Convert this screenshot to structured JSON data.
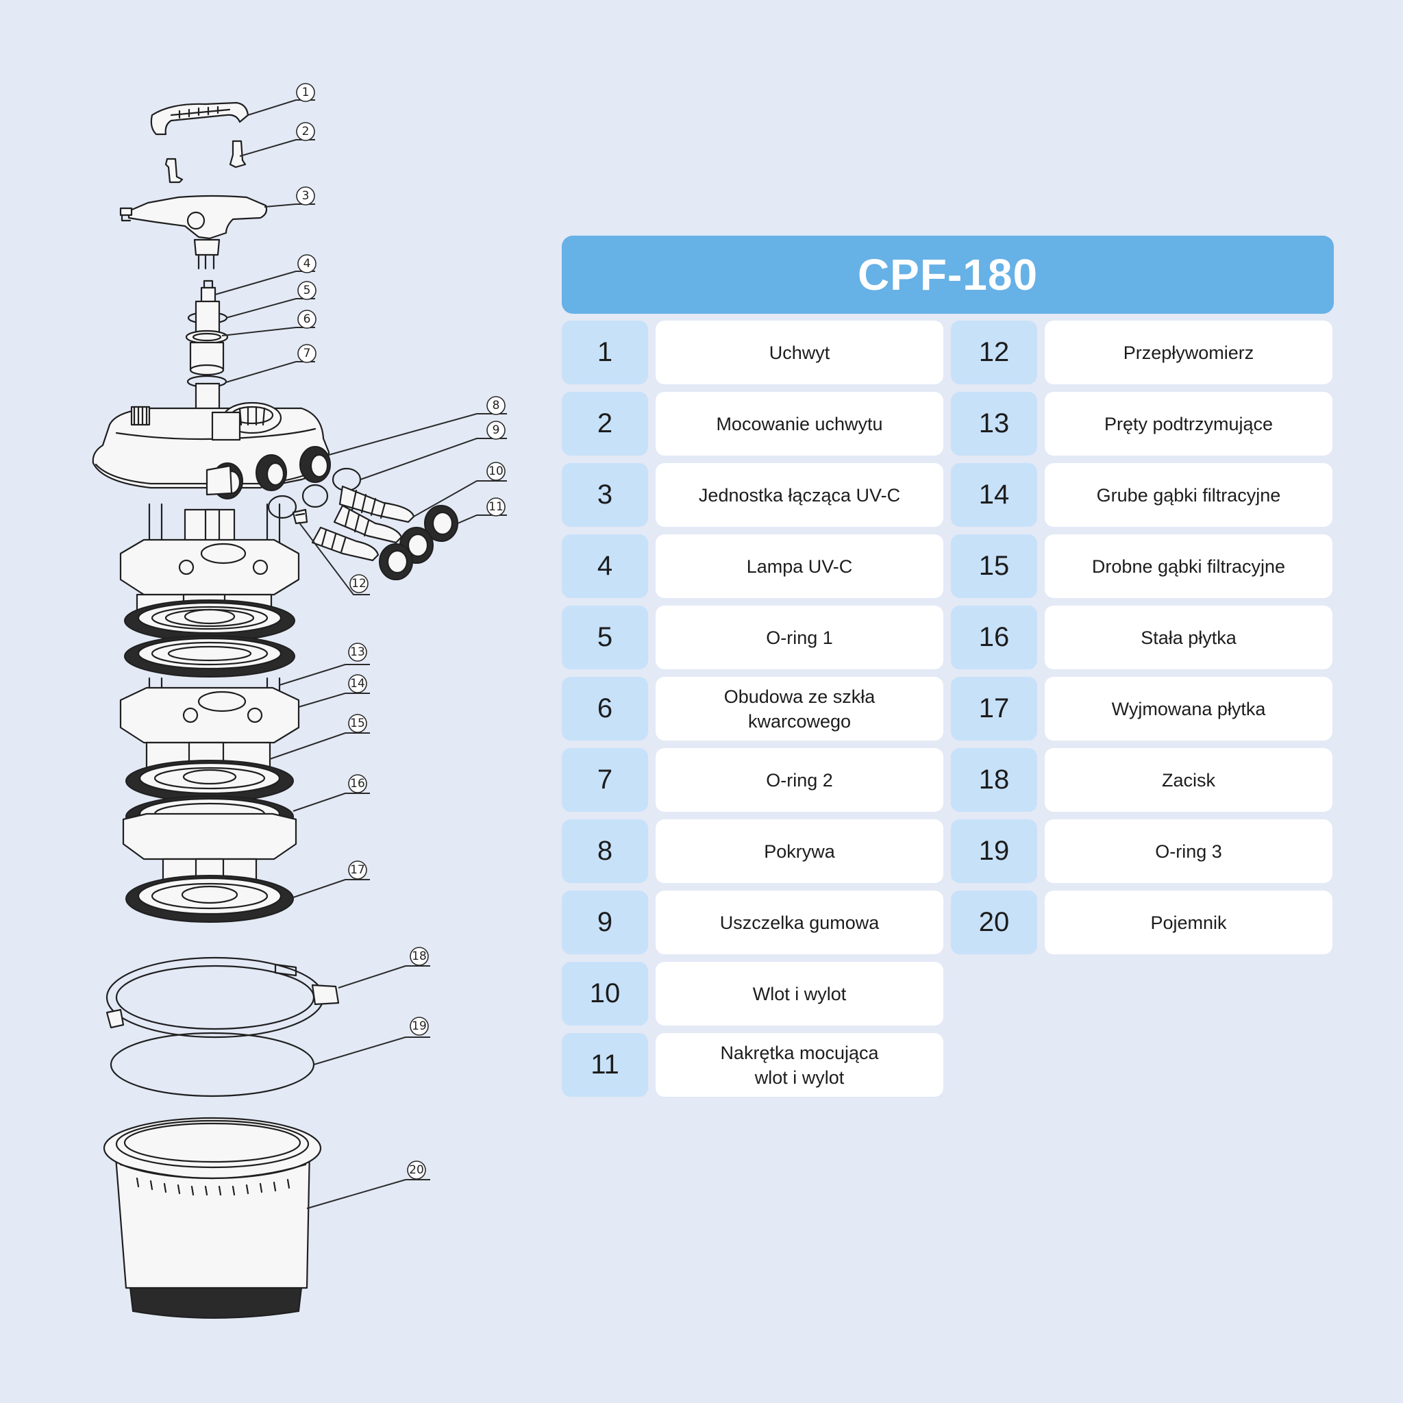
{
  "title": "CPF-180",
  "colors": {
    "background": "#e3e9f5",
    "header": "#66b1e6",
    "number_cell": "#c7e1f9",
    "name_cell": "#ffffff"
  },
  "callouts": [
    "1",
    "2",
    "3",
    "4",
    "5",
    "6",
    "7",
    "8",
    "9",
    "10",
    "11",
    "12",
    "13",
    "14",
    "15",
    "16",
    "17",
    "18",
    "19",
    "20"
  ],
  "parts_left": [
    {
      "num": "1",
      "name": "Uchwyt"
    },
    {
      "num": "2",
      "name": "Mocowanie uchwytu"
    },
    {
      "num": "3",
      "name": "Jednostka łącząca UV-C"
    },
    {
      "num": "4",
      "name": "Lampa UV-C"
    },
    {
      "num": "5",
      "name": "O-ring 1"
    },
    {
      "num": "6",
      "name": "Obudowa ze szkła\nkwarcowego"
    },
    {
      "num": "7",
      "name": "O-ring 2"
    },
    {
      "num": "8",
      "name": "Pokrywa"
    },
    {
      "num": "9",
      "name": "Uszczelka gumowa"
    },
    {
      "num": "10",
      "name": "Wlot i wylot"
    },
    {
      "num": "11",
      "name": "Nakrętka mocująca\nwlot i wylot"
    }
  ],
  "parts_right": [
    {
      "num": "12",
      "name": "Przepływomierz"
    },
    {
      "num": "13",
      "name": "Pręty podtrzymujące"
    },
    {
      "num": "14",
      "name": "Grube gąbki filtracyjne"
    },
    {
      "num": "15",
      "name": "Drobne gąbki filtracyjne"
    },
    {
      "num": "16",
      "name": "Stała płytka"
    },
    {
      "num": "17",
      "name": "Wyjmowana płytka"
    },
    {
      "num": "18",
      "name": "Zacisk"
    },
    {
      "num": "19",
      "name": "O-ring 3"
    },
    {
      "num": "20",
      "name": "Pojemnik"
    }
  ]
}
